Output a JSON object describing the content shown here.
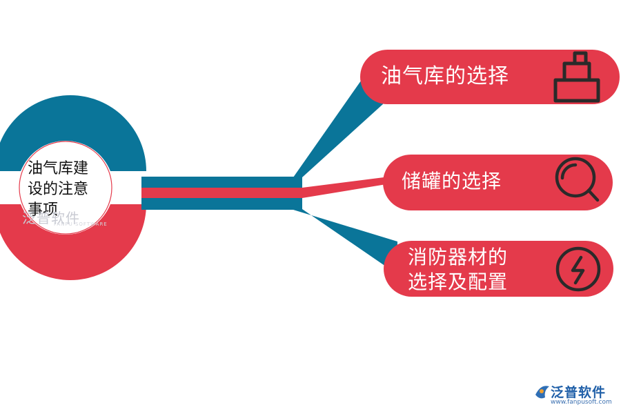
{
  "center": {
    "lines": [
      "油气库建",
      "设的注意",
      "事项"
    ]
  },
  "branches": [
    {
      "lines": [
        "油气库的选择"
      ],
      "icon": "building-icon"
    },
    {
      "lines": [
        "储罐的选择"
      ],
      "icon": "search-icon"
    },
    {
      "lines": [
        "消防器材的",
        "选择及配置"
      ],
      "icon": "lightning-icon"
    }
  ],
  "watermark": {
    "text": "泛普软件",
    "sub": "FANPU SOFTWARE"
  },
  "brand": {
    "name": "泛普软件",
    "url": "www.fanpusoft.com"
  },
  "colors": {
    "teal": "#0a7599",
    "red": "#e43a4b",
    "icon_dark": "#2a2a2a"
  }
}
